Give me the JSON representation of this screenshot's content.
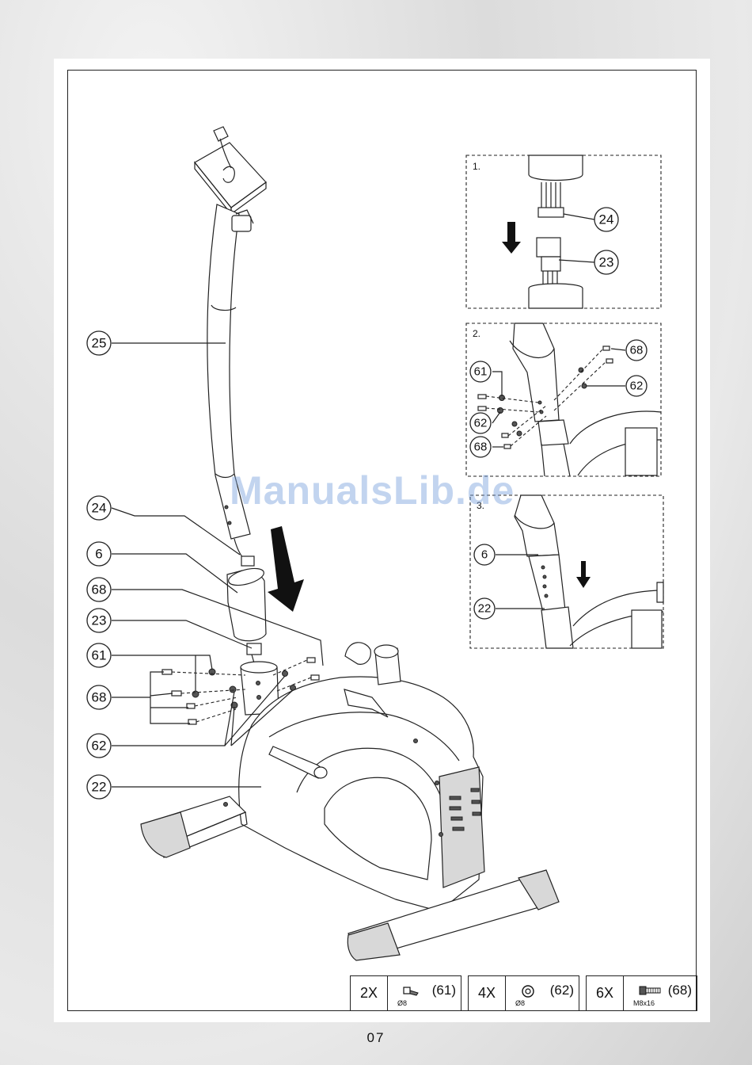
{
  "callouts": {
    "c25": "25",
    "c24": "24",
    "c6": "6",
    "c68a": "68",
    "c23": "23",
    "c61": "61",
    "c68b": "68",
    "c62": "62",
    "c22": "22"
  },
  "insets": {
    "step1": {
      "label": "1.",
      "c24": "24",
      "c23": "23"
    },
    "step2": {
      "label": "2.",
      "c68a": "68",
      "c61": "61",
      "c62a": "62",
      "c62b": "62",
      "c68b": "68"
    },
    "step3": {
      "label": "3.",
      "c6": "6",
      "c22": "22"
    }
  },
  "hardware": [
    {
      "qty": "2X",
      "ref": "(61)",
      "size": "Ø8",
      "icon": "bolt-icon"
    },
    {
      "qty": "4X",
      "ref": "(62)",
      "size": "Ø8",
      "icon": "washer-icon"
    },
    {
      "qty": "6X",
      "ref": "(68)",
      "size": "M8x16",
      "icon": "screw-icon"
    }
  ],
  "watermark": "ManualsLib.de",
  "page_number": "07"
}
